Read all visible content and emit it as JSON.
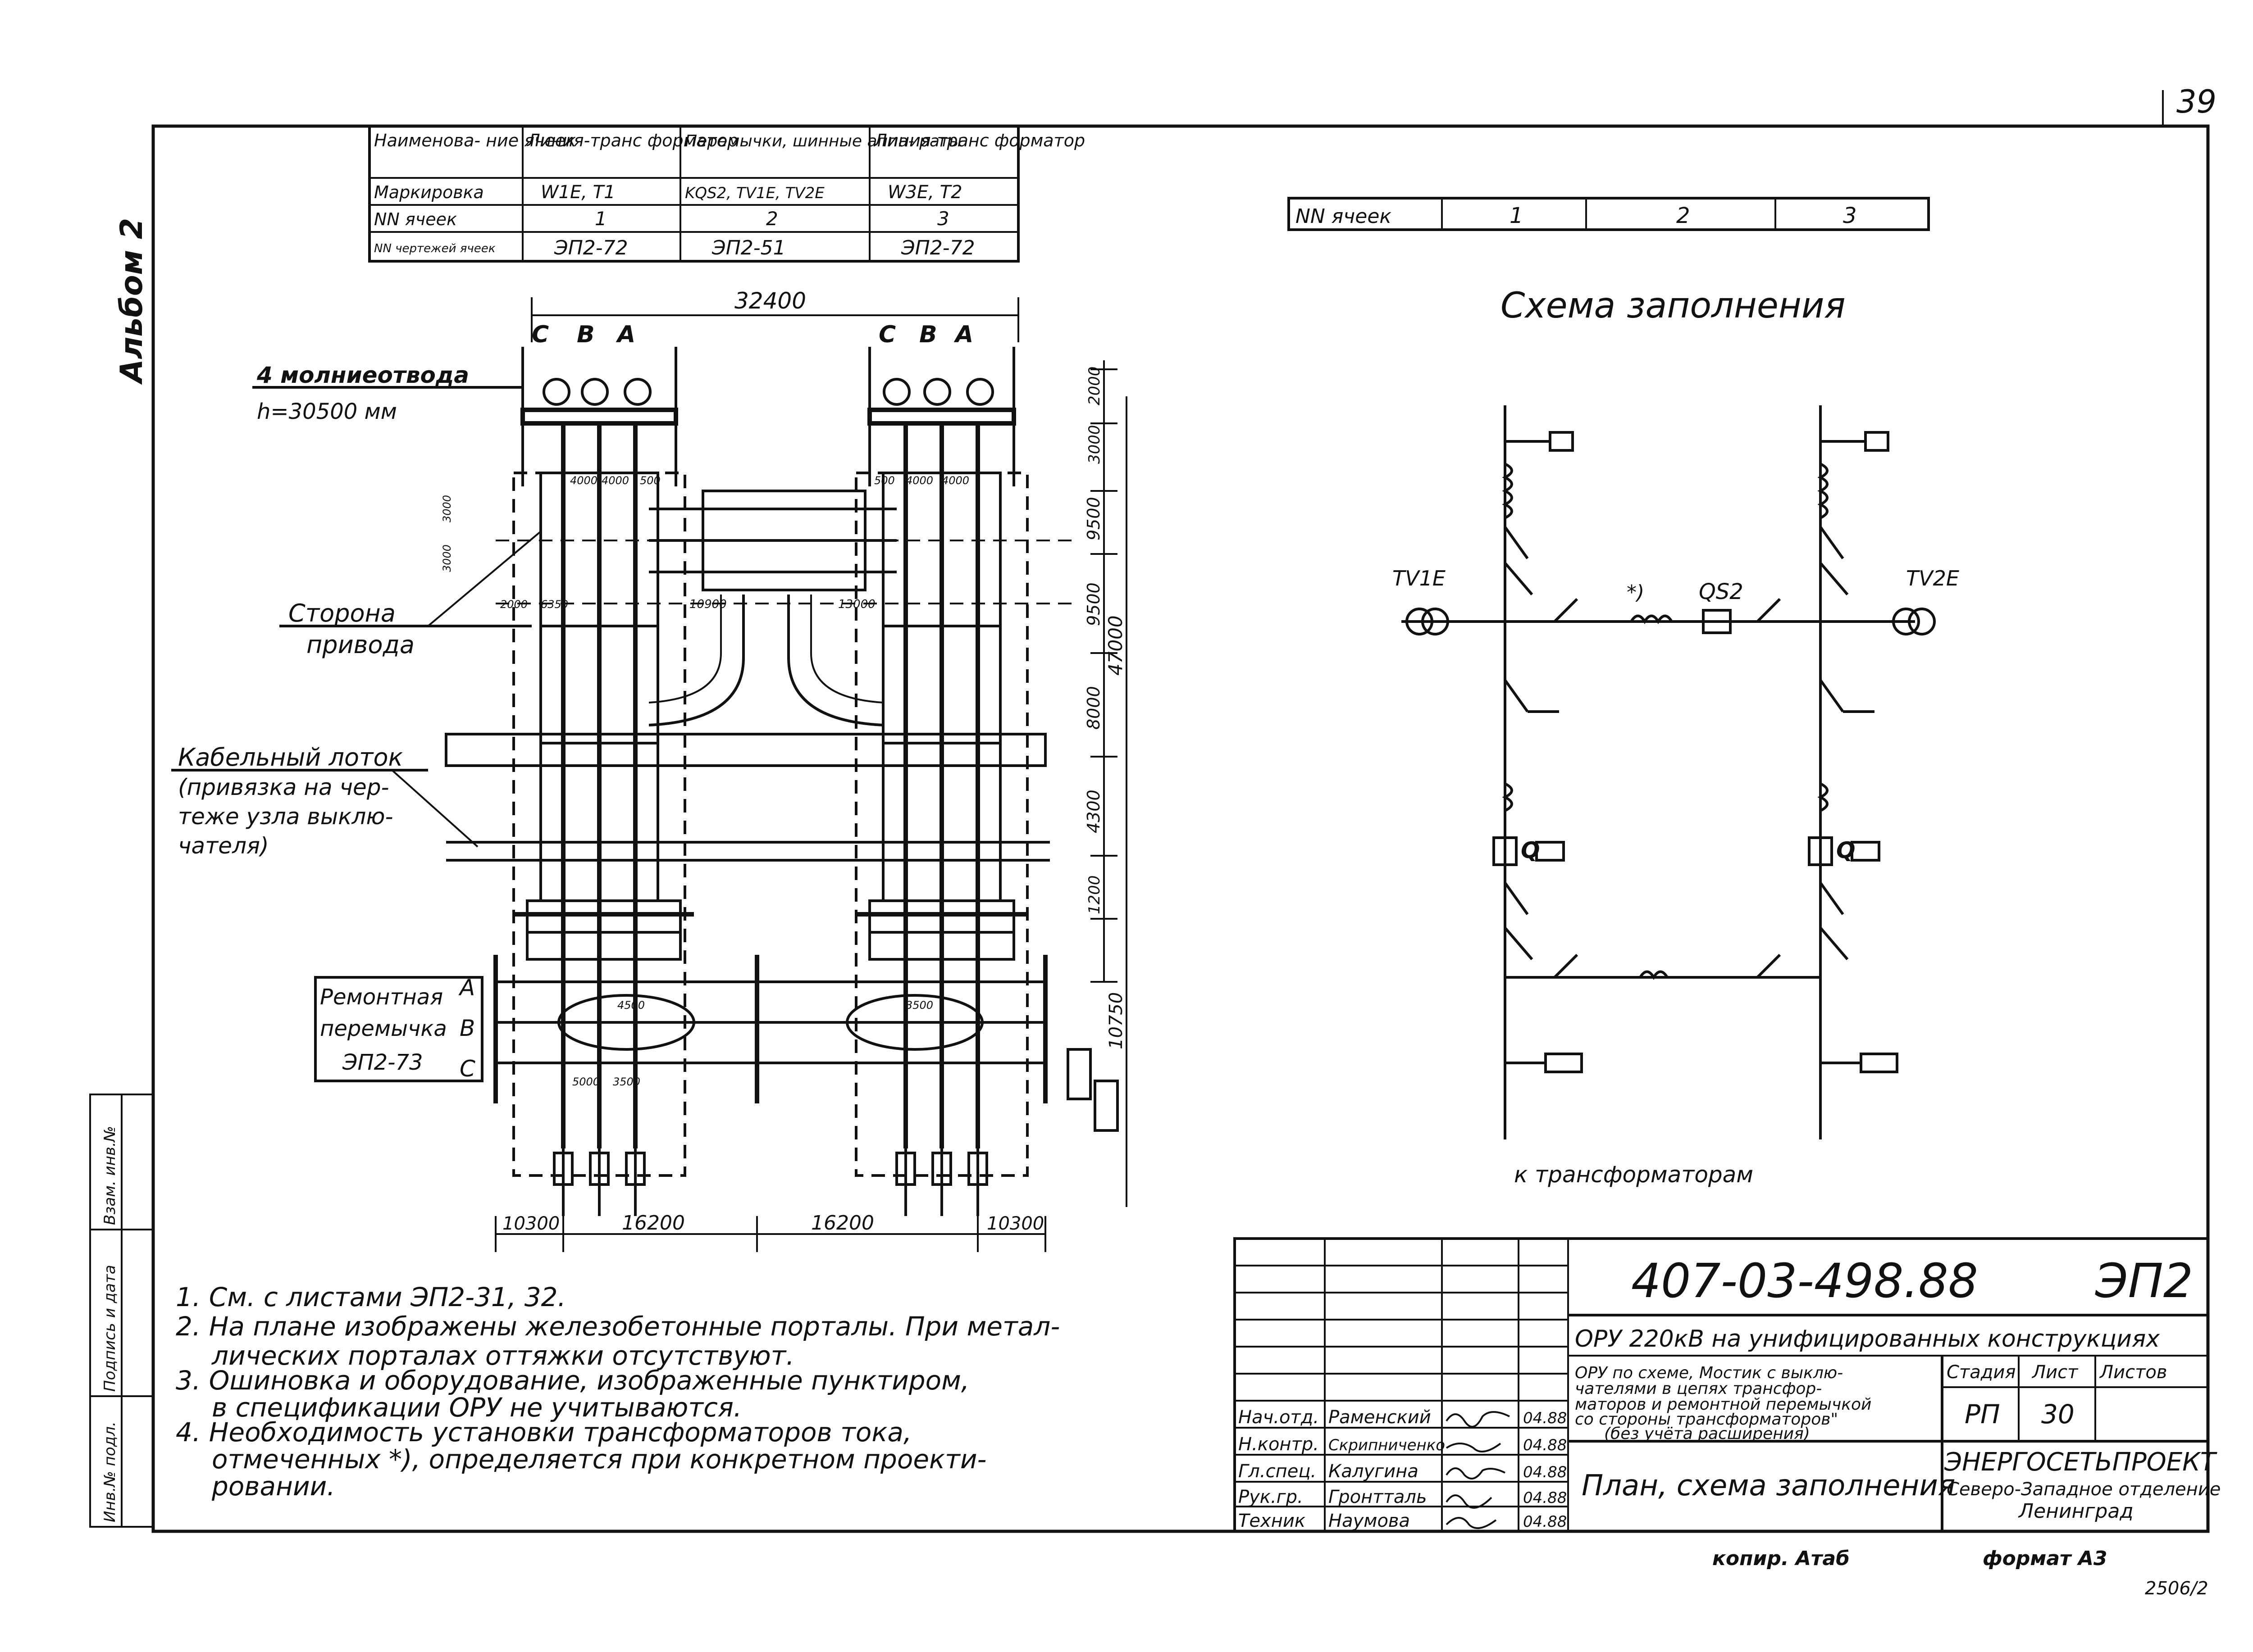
{
  "page": {
    "sheet_number": "39",
    "album_label": "Альбом 2",
    "format_label": "формат А3",
    "copied_label": "копир. Атаб",
    "inventory_code": "2506/2"
  },
  "cells_table": {
    "header": [
      "Наименова- ние ячеек",
      "Линия-транс форматор",
      "Перемычки, шинные аппа- раты",
      "Линия-транс форматор"
    ],
    "rows": [
      [
        "Маркировка",
        "W1E, T1",
        "KQS2, TV1E, TV2E",
        "W3E, T2"
      ],
      [
        "NN ячеек",
        "1",
        "2",
        "3"
      ],
      [
        "NN чертежей ячеек",
        "ЭП2-72",
        "ЭП2-51",
        "ЭП2-72"
      ]
    ]
  },
  "scheme_table": {
    "label": "NN ячеек",
    "cells": [
      "1",
      "2",
      "3"
    ]
  },
  "plan": {
    "dim_top": "32400",
    "phase_left": [
      "C",
      "B",
      "A"
    ],
    "phase_right": [
      "C",
      "B",
      "A"
    ],
    "lightning_note_1": "4 молниеотвода",
    "lightning_note_2": "h=30500 мм",
    "drive_side_1": "Сторона",
    "drive_side_2": "привода",
    "cable_tray_1": "Кабельный лоток",
    "cable_tray_2": "(привязка на чер-",
    "cable_tray_3": "теже узла выклю-",
    "cable_tray_4": "чателя)",
    "repair_1": "Ремонтная",
    "repair_2": "перемычка",
    "repair_3": "ЭП2-73",
    "repair_phases": [
      "A",
      "B",
      "C"
    ],
    "dims_right": [
      "2000",
      "3000",
      "9500",
      "9500",
      "47000",
      "8000",
      "4300",
      "1200",
      "10750"
    ],
    "dims_bottom": [
      "10300",
      "16200",
      "16200",
      "10300"
    ],
    "dims_inner": [
      "4000",
      "4000",
      "500",
      "500",
      "4000",
      "4000",
      "3000",
      "3000",
      "2000",
      "6350",
      "10900",
      "13000",
      "4500",
      "3500",
      "5000",
      "3500"
    ]
  },
  "scheme": {
    "title": "Схема заполнения",
    "tv_left": "TV1E",
    "tv_right": "TV2E",
    "qs2": "QS2",
    "star_note": "*)",
    "q_left": "Q",
    "q_right": "Q",
    "to_transformers": "к трансформаторам"
  },
  "notes": [
    "1. См. с листами ЭП2-31, 32.",
    "2. На плане изображены железобетонные порталы. При метал-",
    "лических порталах оттяжки отсутствуют.",
    "3. Ошиновка и оборудование, изображенные пунктиром,",
    "в спецификации ОРУ не учитываются.",
    "4. Необходимость установки трансформаторов тока,",
    "отмеченных *), определяется при конкретном проекти-",
    "ровании."
  ],
  "stamp_side": [
    "Инв.№ подл.",
    "Подпись и дата",
    "Взам. инв.№"
  ],
  "title_block": {
    "doc_code": "407-03-498.88",
    "sheet_code": "ЭП2",
    "project_title": "ОРУ 220кВ на унифицированных конструкциях",
    "subtitle_1": "ОРУ по схеме, Мостик с выклю-",
    "subtitle_2": "чателями в цепях трансфор-",
    "subtitle_3": "маторов и ремонтной перемычкой",
    "subtitle_4": "со стороны трансформаторов\"",
    "subtitle_5": "(без учёта расширения)",
    "sheet_title": "План, схема заполнения",
    "stage_head": "Стадия",
    "sheet_head": "Лист",
    "sheets_head": "Листов",
    "stage": "РП",
    "sheet": "30",
    "sheets": "",
    "org_1": "ЭНЕРГОСЕТЬПРОЕКТ",
    "org_2": "Северо-Западное отделение",
    "org_3": "Ленинград",
    "signers": [
      {
        "role": "Нач.отд.",
        "name": "Раменский",
        "date": "04.88"
      },
      {
        "role": "Н.контр.",
        "name": "Скрипниченко",
        "date": "04.88"
      },
      {
        "role": "Гл.спец.",
        "name": "Калугина",
        "date": "04.88"
      },
      {
        "role": "Рук.гр.",
        "name": "Гронтталь",
        "date": "04.88"
      },
      {
        "role": "Техник",
        "name": "Наумова",
        "date": "04.88"
      }
    ]
  }
}
